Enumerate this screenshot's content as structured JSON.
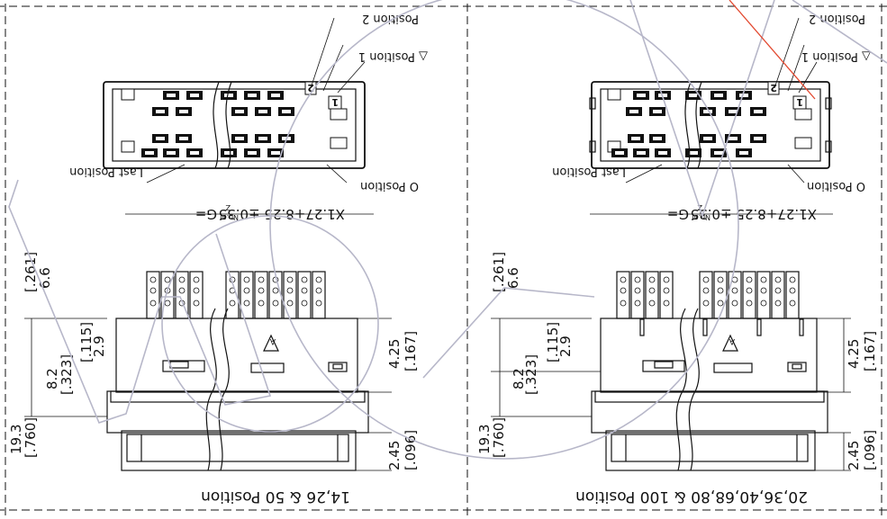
{
  "panels": [
    {
      "id": "left",
      "title": "14,26 & 50 Position",
      "labels": {
        "pos1": "Position 1",
        "pos2": "Position 2",
        "pos0": "Position",
        "last": "Last Position"
      },
      "formula": {
        "lhs": "G=",
        "num": "Z",
        "den": "No.of",
        "rhs": "X1.27+8.25 ±0.35"
      },
      "dims": {
        "d_425": "4.25",
        "d_167": "[.167]",
        "d_66": "6.6",
        "d_261": "[.261]",
        "d_29": "2.9",
        "d_115": "[.115]",
        "d_82": "8.2",
        "d_323": "[.323]",
        "d_193": "19.3",
        "d_760": "[.760]",
        "d_245": "2.45",
        "d_096": "[.096]"
      },
      "chips": {
        "one": "1",
        "two": "2",
        "warn": "A"
      }
    },
    {
      "id": "right",
      "title": "20,36,40,68,80 & 100 Position",
      "labels": {
        "pos1": "Position 1",
        "pos2": "Position 2",
        "pos0": "Position",
        "last": "Last Position"
      },
      "formula": {
        "lhs": "G=",
        "num": "Z",
        "den": "No.of",
        "rhs": "X1.27+8.25 ±0.35"
      },
      "dims": {
        "d_425": "4.25",
        "d_167": "[.167]",
        "d_66": "6.6",
        "d_261": "[.261]",
        "d_29": "2.9",
        "d_115": "[.115]",
        "d_82": "8.2",
        "d_323": "[.323]",
        "d_193": "19.3",
        "d_760": "[.760]",
        "d_245": "2.45",
        "d_096": "[.096]"
      },
      "chips": {
        "one": "1",
        "two": "2",
        "warn": "A"
      }
    }
  ],
  "symbols": {
    "triangle": "triangle-icon",
    "circle": "circle-icon"
  },
  "colors": {
    "ink": "#111111",
    "watermark": "#b7b7c9",
    "accent": "#e2482f"
  }
}
